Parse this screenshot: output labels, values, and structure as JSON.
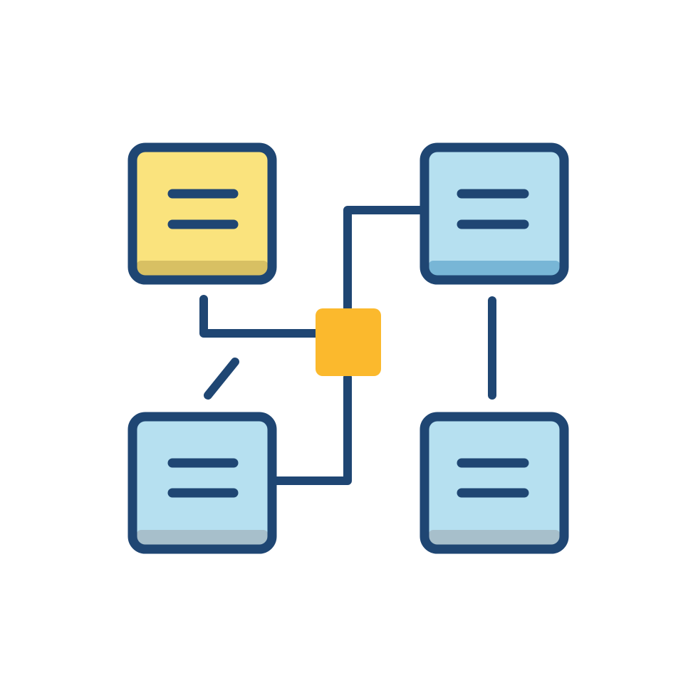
{
  "icon": {
    "name": "network-diagram-icon",
    "colors": {
      "outline": "#1f4673",
      "card_yellow": "#fae37d",
      "card_yellow_shade": "#d8c063",
      "card_blue": "#b6e0f0",
      "card_blue_shade_top_right": "#78b6d6",
      "card_blue_shade_bottom": "#a7bfcb",
      "hub": "#fbb92d",
      "background": "#ffffff"
    },
    "nodes": [
      {
        "name": "node-top-left-yellow",
        "fill": "card_yellow"
      },
      {
        "name": "node-top-right-blue",
        "fill": "card_blue"
      },
      {
        "name": "node-bottom-left-blue",
        "fill": "card_blue"
      },
      {
        "name": "node-bottom-right-blue",
        "fill": "card_blue"
      },
      {
        "name": "hub-square",
        "fill": "hub"
      }
    ]
  }
}
